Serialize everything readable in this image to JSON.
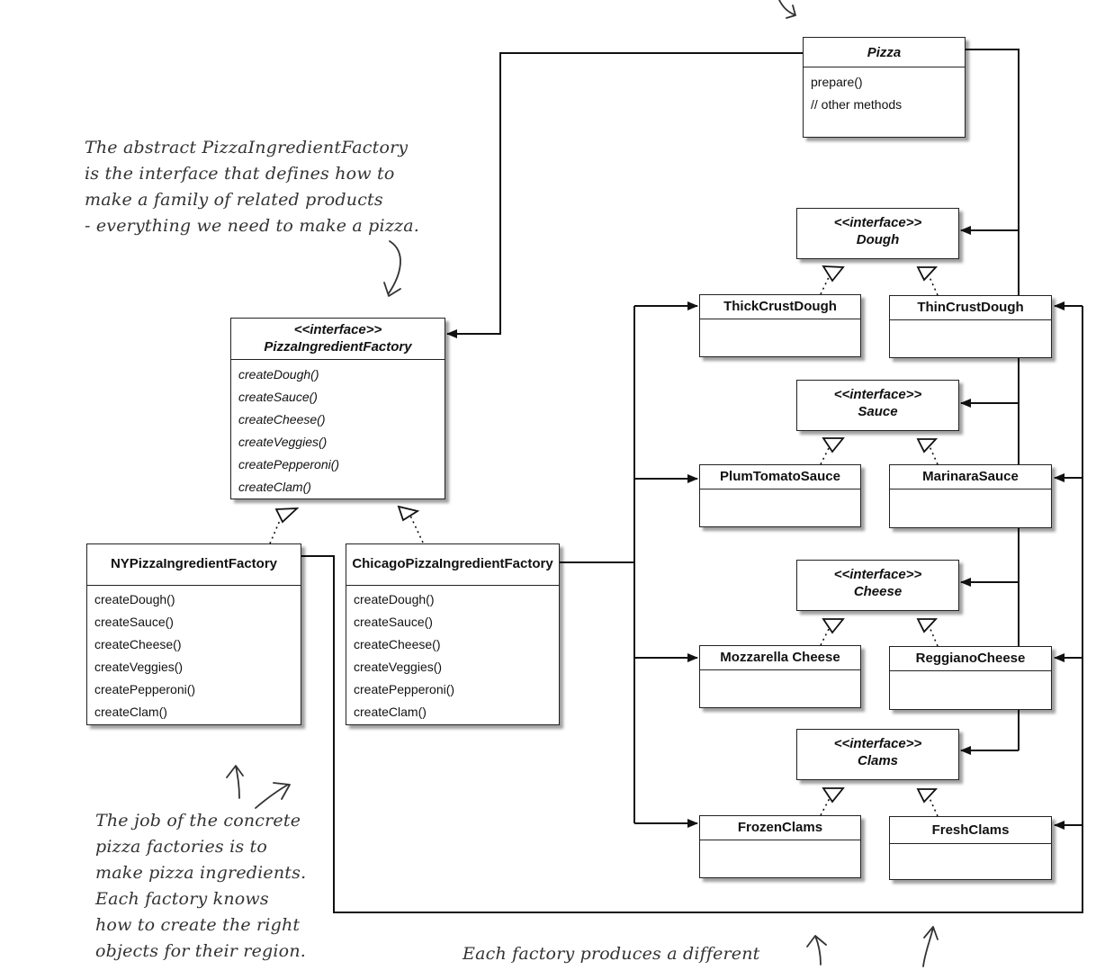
{
  "pizza": {
    "name": "Pizza",
    "methods": [
      "prepare()",
      "// other methods"
    ]
  },
  "abstract_factory": {
    "stereotype": "<<interface>>",
    "name": "PizzaIngredientFactory",
    "methods": [
      "createDough()",
      "createSauce()",
      "createCheese()",
      "createVeggies()",
      "createPepperoni()",
      "createClam()"
    ]
  },
  "ny_factory": {
    "name": "NYPizzaIngredientFactory",
    "methods": [
      "createDough()",
      "createSauce()",
      "createCheese()",
      "createVeggies()",
      "createPepperoni()",
      "createClam()"
    ]
  },
  "chicago_factory": {
    "name": "ChicagoPizzaIngredientFactory",
    "methods": [
      "createDough()",
      "createSauce()",
      "createCheese()",
      "createVeggies()",
      "createPepperoni()",
      "createClam()"
    ]
  },
  "interfaces": {
    "stereotype": "<<interface>>",
    "dough": "Dough",
    "sauce": "Sauce",
    "cheese": "Cheese",
    "clams": "Clams"
  },
  "products": {
    "thick_crust_dough": "ThickCrustDough",
    "thin_crust_dough": "ThinCrustDough",
    "plum_tomato_sauce": "PlumTomatoSauce",
    "marinara_sauce": "MarinaraSauce",
    "mozzarella_cheese": "Mozzarella Cheese",
    "reggiano_cheese": "ReggianoCheese",
    "frozen_clams": "FrozenClams",
    "fresh_clams": "FreshClams"
  },
  "notes": {
    "abstract_factory_note": "The abstract PizzaIngredientFactory\nis the interface that defines how to\nmake a family of related products\n- everything we need to make a pizza.",
    "concrete_factories_note": "The job of the concrete\npizza factories is to\nmake pizza ingredients.\nEach factory knows\nhow to create the right\nobjects for their region.",
    "bottom_note": "Each factory produces a different"
  }
}
